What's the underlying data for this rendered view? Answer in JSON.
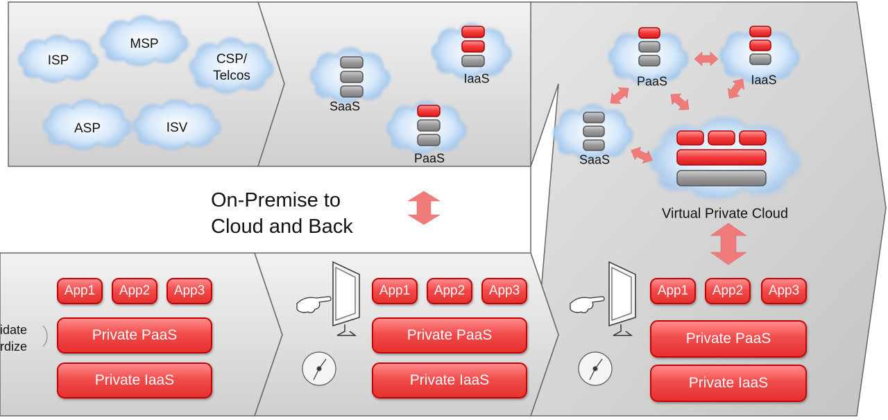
{
  "colors": {
    "accent_red": "#e53030",
    "panel_gray": "#d9d9d9",
    "cloud_blue": "#b9d6f2",
    "arrow_pink": "#f07f7f"
  },
  "provider_clouds": [
    "ISP",
    "MSP",
    "CSP/\nTelcos",
    "ASP",
    "ISV"
  ],
  "service_clouds": {
    "saas": "SaaS",
    "iaas": "IaaS",
    "paas": "PaaS"
  },
  "vpc": {
    "paas": "PaaS",
    "iaas": "IaaS",
    "saas": "SaaS",
    "label": "Virtual Private Cloud"
  },
  "transition_label": "On-Premise to\nCloud and Back",
  "stages": [
    {
      "apps": [
        "App1",
        "App2",
        "App3"
      ],
      "paas": "Private PaaS",
      "iaas": "Private IaaS",
      "side_text": "idate\nrdize"
    },
    {
      "apps": [
        "App1",
        "App2",
        "App3"
      ],
      "paas": "Private PaaS",
      "iaas": "Private IaaS"
    },
    {
      "apps": [
        "App1",
        "App2",
        "App3"
      ],
      "paas": "Private PaaS",
      "iaas": "Private IaaS"
    }
  ],
  "icons": [
    "pointing-hand-icon",
    "monitor-icon",
    "dial-gauge-icon",
    "double-arrow-icon"
  ]
}
